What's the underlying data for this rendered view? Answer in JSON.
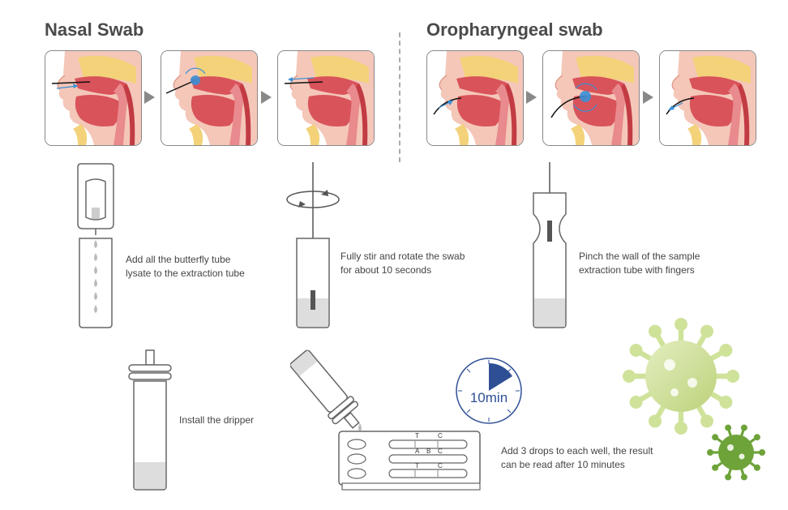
{
  "headings": {
    "nasal": "Nasal Swab",
    "oro": "Oropharyngeal swab"
  },
  "captions": {
    "add_lysate": "Add all the butterfly tube\nlysate to the extraction tube",
    "stir": "Fully stir and rotate the swab\nfor about 10 seconds",
    "pinch": "Pinch the wall of the sample\nextraction tube with fingers",
    "dripper": "Install the dripper",
    "result": "Add 3 drops to each well, the result\ncan be read after 10 minutes"
  },
  "timer": {
    "label": "10min"
  },
  "cassette": {
    "strip1": [
      "C",
      "T"
    ],
    "strip2": [
      "C",
      "B",
      "A"
    ],
    "strip3": [
      "C",
      "T"
    ]
  },
  "colors": {
    "tissue_red": "#d9535a",
    "bone_yellow": "#f3d27a",
    "skin": "#f4c7b9",
    "swab_blue": "#3a8fd6",
    "timer_blue": "#2f4f95",
    "virus_light": "#c9dd8b",
    "virus_dark": "#6ea33a"
  },
  "icons": [
    "step-arrow-icon",
    "rotate-icon",
    "timer-icon",
    "virus-icon"
  ]
}
